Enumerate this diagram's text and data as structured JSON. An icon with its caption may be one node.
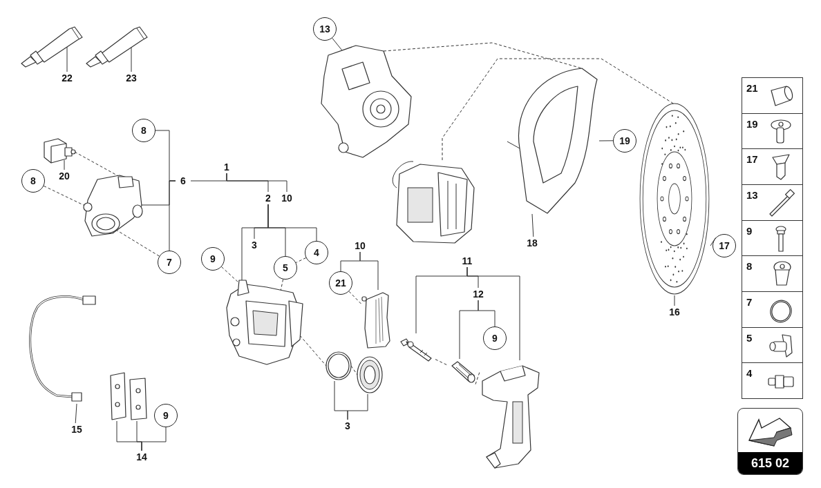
{
  "diagram": {
    "nodes": [
      {
        "text": [],
        "shape": "picture"
      },
      {
        "text": [],
        "shape": "picture"
      },
      {
        "text": [
          "22"
        ]
      },
      {
        "text": [
          "23"
        ]
      },
      {
        "text": [],
        "shape": "picture"
      },
      {
        "text": [
          "20"
        ]
      },
      {
        "text": [],
        "shape": "picture"
      },
      {
        "text": [
          "8"
        ]
      },
      {
        "text": [
          "8"
        ]
      },
      {
        "text": [
          "7"
        ]
      },
      {
        "text": [
          "6"
        ]
      },
      {
        "text": [
          "1"
        ]
      },
      {
        "text": [
          "2"
        ]
      },
      {
        "text": [
          "10"
        ]
      },
      {
        "text": [
          "3"
        ]
      },
      {
        "text": [
          "9"
        ]
      },
      {
        "text": [
          "5"
        ]
      },
      {
        "text": [
          "4"
        ]
      },
      {
        "text": [],
        "shape": "picture"
      },
      {
        "text": [
          "10"
        ]
      },
      {
        "text": [
          "21"
        ]
      },
      {
        "text": [],
        "shape": "picture"
      },
      {
        "text": [],
        "shape": "picture"
      },
      {
        "text": [],
        "shape": "picture"
      },
      {
        "text": [
          "3"
        ]
      },
      {
        "text": [
          "11"
        ]
      },
      {
        "text": [
          "12"
        ]
      },
      {
        "text": [
          "9"
        ]
      },
      {
        "text": [],
        "shape": "picture"
      },
      {
        "text": [],
        "shape": "picture"
      },
      {
        "text": [],
        "shape": "picture"
      },
      {
        "text": [],
        "shape": "picture"
      },
      {
        "text": [
          "15"
        ]
      },
      {
        "text": [],
        "shape": "picture"
      },
      {
        "text": [],
        "shape": "picture"
      },
      {
        "text": [
          "9"
        ]
      },
      {
        "text": [
          "14"
        ]
      },
      {
        "text": [
          "13"
        ]
      },
      {
        "text": [],
        "shape": "picture"
      },
      {
        "text": [],
        "shape": "picture"
      },
      {
        "text": [],
        "shape": "picture"
      },
      {
        "text": [
          "18"
        ]
      },
      {
        "text": [
          "19"
        ]
      },
      {
        "text": [],
        "shape": "picture"
      },
      {
        "text": [
          "16"
        ]
      },
      {
        "text": [
          "17"
        ]
      },
      {
        "text": [
          "21"
        ]
      },
      {
        "text": [
          "19"
        ]
      },
      {
        "text": [
          "17"
        ]
      },
      {
        "text": [
          "13"
        ]
      },
      {
        "text": [
          "9"
        ]
      },
      {
        "text": [
          "8"
        ]
      },
      {
        "text": [
          "7"
        ]
      },
      {
        "text": [
          "5"
        ]
      },
      {
        "text": [
          "4"
        ]
      },
      {
        "text": [
          "615 02"
        ]
      }
    ],
    "edges": [
      {
        "from": 2,
        "to": 0,
        "arrow": "none"
      },
      {
        "from": 3,
        "to": 1,
        "arrow": "none"
      },
      {
        "from": 5,
        "to": 4,
        "arrow": "none"
      },
      {
        "from": 4,
        "to": 6,
        "arrow": "none",
        "style": "dashed"
      },
      {
        "from": 7,
        "to": 6,
        "arrow": "none",
        "style": "dashed"
      },
      {
        "from": 9,
        "to": 6,
        "arrow": "none",
        "style": "dashed"
      },
      {
        "from": 10,
        "to": 8,
        "arrow": "none"
      },
      {
        "from": 10,
        "to": 9,
        "arrow": "none"
      },
      {
        "from": 10,
        "to": 6,
        "arrow": "none"
      },
      {
        "from": 11,
        "to": 10,
        "arrow": "none"
      },
      {
        "from": 11,
        "to": 12,
        "arrow": "none"
      },
      {
        "from": 11,
        "to": 13,
        "arrow": "none"
      },
      {
        "from": 12,
        "to": 14,
        "arrow": "none"
      },
      {
        "from": 12,
        "to": 18,
        "arrow": "none"
      },
      {
        "from": 12,
        "to": 16,
        "arrow": "none"
      },
      {
        "from": 12,
        "to": 17,
        "arrow": "none"
      },
      {
        "from": 15,
        "to": 18,
        "arrow": "none",
        "style": "dashed"
      },
      {
        "from": 16,
        "to": 18,
        "arrow": "none",
        "style": "dashed"
      },
      {
        "from": 17,
        "to": 16,
        "arrow": "none",
        "style": "dashed"
      },
      {
        "from": 19,
        "to": 20,
        "arrow": "none"
      },
      {
        "from": 19,
        "to": 21,
        "arrow": "none"
      },
      {
        "from": 20,
        "to": 21,
        "arrow": "none",
        "style": "dashed"
      },
      {
        "from": 18,
        "to": 22,
        "arrow": "none",
        "style": "dashed"
      },
      {
        "from": 22,
        "to": 23,
        "arrow": "none",
        "style": "dashed"
      },
      {
        "from": 24,
        "to": 22,
        "arrow": "none"
      },
      {
        "from": 24,
        "to": 23,
        "arrow": "none"
      },
      {
        "from": 25,
        "to": 26,
        "arrow": "none"
      },
      {
        "from": 25,
        "to": 28,
        "arrow": "none"
      },
      {
        "from": 25,
        "to": 30,
        "arrow": "none"
      },
      {
        "from": 26,
        "to": 29,
        "arrow": "none"
      },
      {
        "from": 26,
        "to": 27,
        "arrow": "none"
      },
      {
        "from": 28,
        "to": 29,
        "arrow": "none",
        "style": "dashed"
      },
      {
        "from": 29,
        "to": 30,
        "arrow": "none",
        "style": "dashed"
      },
      {
        "from": 32,
        "to": 31,
        "arrow": "none"
      },
      {
        "from": 36,
        "to": 33,
        "arrow": "none"
      },
      {
        "from": 36,
        "to": 34,
        "arrow": "none"
      },
      {
        "from": 36,
        "to": 35,
        "arrow": "none"
      },
      {
        "from": 37,
        "to": 38,
        "arrow": "none"
      },
      {
        "from": 38,
        "to": 40,
        "arrow": "none",
        "style": "dashed"
      },
      {
        "from": 39,
        "to": 43,
        "arrow": "none",
        "style": "dashed"
      },
      {
        "from": 41,
        "to": 40,
        "arrow": "none"
      },
      {
        "from": 42,
        "to": 40,
        "arrow": "none"
      },
      {
        "from": 44,
        "to": 43,
        "arrow": "none"
      },
      {
        "from": 45,
        "to": 43,
        "arrow": "none"
      }
    ]
  }
}
